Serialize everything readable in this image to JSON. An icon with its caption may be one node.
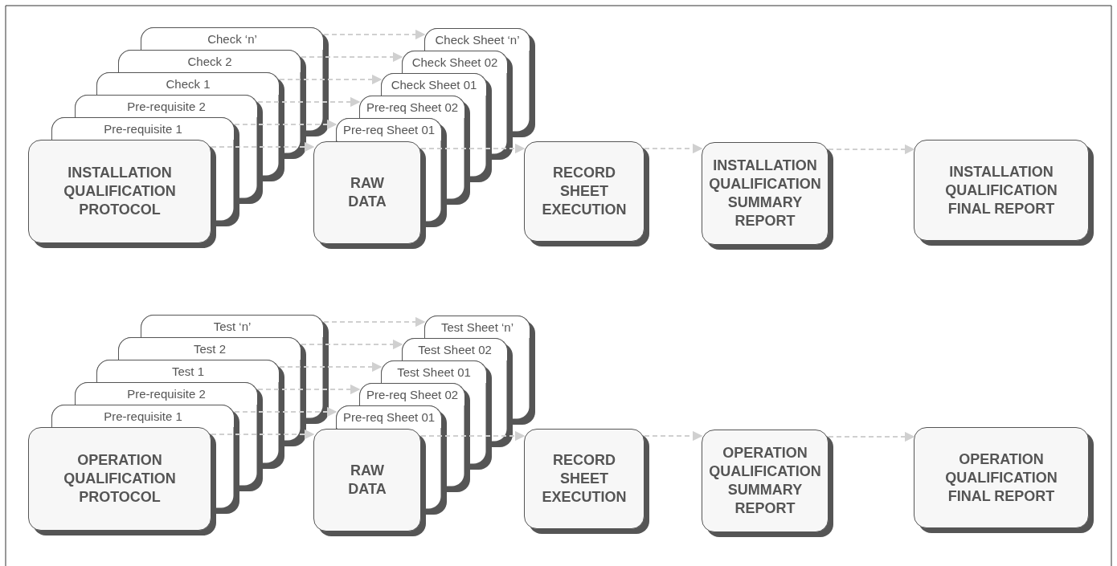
{
  "diagram": {
    "nodes": [
      {
        "text": [
          "Check ‘n’"
        ]
      },
      {
        "text": [
          "Check 2"
        ]
      },
      {
        "text": [
          "Check 1"
        ]
      },
      {
        "text": [
          "Pre-requisite 2"
        ]
      },
      {
        "text": [
          "Pre-requisite 1"
        ]
      },
      {
        "text": [
          "INSTALLATION QUALIFICATION PROTOCOL"
        ]
      },
      {
        "text": [
          "Check Sheet ‘n’"
        ]
      },
      {
        "text": [
          "Check Sheet 02"
        ]
      },
      {
        "text": [
          "Check Sheet 01"
        ]
      },
      {
        "text": [
          "Pre-req Sheet 02"
        ]
      },
      {
        "text": [
          "Pre-req Sheet 01"
        ]
      },
      {
        "text": [
          "RAW DATA"
        ]
      },
      {
        "text": [
          "RECORD SHEET EXECUTION"
        ]
      },
      {
        "text": [
          "INSTALLATION QUALIFICATION SUMMARY REPORT"
        ]
      },
      {
        "text": [
          "INSTALLATION QUALIFICATION FINAL REPORT"
        ]
      },
      {
        "text": [
          "Test ‘n’"
        ]
      },
      {
        "text": [
          "Test 2"
        ]
      },
      {
        "text": [
          "Test 1"
        ]
      },
      {
        "text": [
          "Pre-requisite 2"
        ]
      },
      {
        "text": [
          "Pre-requisite 1"
        ]
      },
      {
        "text": [
          "OPERATION QUALIFICATION PROTOCOL"
        ]
      },
      {
        "text": [
          "Test Sheet ‘n’"
        ]
      },
      {
        "text": [
          "Test Sheet 02"
        ]
      },
      {
        "text": [
          "Test Sheet 01"
        ]
      },
      {
        "text": [
          "Pre-req Sheet 02"
        ]
      },
      {
        "text": [
          "Pre-req Sheet 01"
        ]
      },
      {
        "text": [
          "RAW DATA"
        ]
      },
      {
        "text": [
          "RECORD SHEET EXECUTION"
        ]
      },
      {
        "text": [
          "OPERATION QUALIFICATION SUMMARY REPORT"
        ]
      },
      {
        "text": [
          "OPERATION QUALIFICATION FINAL REPORT"
        ]
      }
    ],
    "edges": [
      {
        "from": 0,
        "to": 6,
        "arrow": "to",
        "style": "dashed"
      },
      {
        "from": 1,
        "to": 7,
        "arrow": "to",
        "style": "dashed"
      },
      {
        "from": 2,
        "to": 8,
        "arrow": "to",
        "style": "dashed"
      },
      {
        "from": 3,
        "to": 9,
        "arrow": "to",
        "style": "dashed"
      },
      {
        "from": 4,
        "to": 10,
        "arrow": "to",
        "style": "dashed"
      },
      {
        "from": 5,
        "to": 11,
        "arrow": "to",
        "style": "dashed"
      },
      {
        "from": 11,
        "to": 12,
        "arrow": "to",
        "style": "dashed"
      },
      {
        "from": 12,
        "to": 13,
        "arrow": "to",
        "style": "dashed"
      },
      {
        "from": 13,
        "to": 14,
        "arrow": "to",
        "style": "dashed"
      },
      {
        "from": 15,
        "to": 21,
        "arrow": "to",
        "style": "dashed"
      },
      {
        "from": 16,
        "to": 22,
        "arrow": "to",
        "style": "dashed"
      },
      {
        "from": 17,
        "to": 23,
        "arrow": "to",
        "style": "dashed"
      },
      {
        "from": 18,
        "to": 24,
        "arrow": "to",
        "style": "dashed"
      },
      {
        "from": 19,
        "to": 25,
        "arrow": "to",
        "style": "dashed"
      },
      {
        "from": 20,
        "to": 26,
        "arrow": "to",
        "style": "dashed"
      },
      {
        "from": 26,
        "to": 27,
        "arrow": "to",
        "style": "dashed"
      },
      {
        "from": 27,
        "to": 28,
        "arrow": "to",
        "style": "dashed"
      },
      {
        "from": 28,
        "to": 29,
        "arrow": "to",
        "style": "dashed"
      }
    ]
  }
}
